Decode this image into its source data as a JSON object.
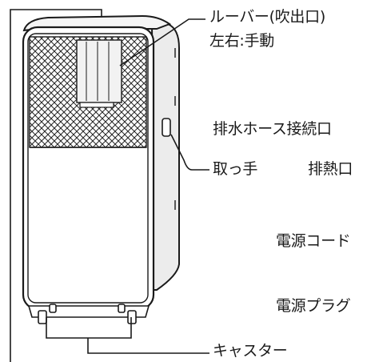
{
  "labels": {
    "louver": "ルーバー(吹出口)",
    "louver_sub": "左右:手動",
    "drain_hose": "排水ホース接続口",
    "handle": "取っ手",
    "exhaust": "排熱口",
    "power_cord": "電源コード",
    "power_plug": "電源プラグ",
    "casters": "キャスター"
  },
  "colors": {
    "line": "#1a1a1a",
    "body": "#ffffff",
    "shade": "#d9d9d9",
    "louver": "#e8e8e8"
  }
}
